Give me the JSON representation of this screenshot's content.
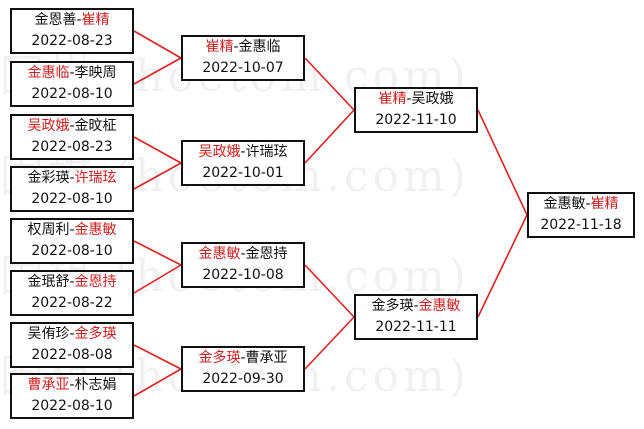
{
  "watermark": "hoetom.com",
  "colors": {
    "winner": "#d02020",
    "text": "#111111",
    "line": "#e02020"
  },
  "matches": [
    {
      "id": "r1m1",
      "p1": "金恩善",
      "p2": "崔精",
      "winner": 2,
      "date": "2022-08-23"
    },
    {
      "id": "r1m2",
      "p1": "金惠临",
      "p2": "李映周",
      "winner": 1,
      "date": "2022-08-10"
    },
    {
      "id": "r1m3",
      "p1": "吴政娥",
      "p2": "金旼柾",
      "winner": 1,
      "date": "2022-08-23"
    },
    {
      "id": "r1m4",
      "p1": "金彩瑛",
      "p2": "许瑞玹",
      "winner": 2,
      "date": "2022-08-10"
    },
    {
      "id": "r1m5",
      "p1": "权周利",
      "p2": "金惠敏",
      "winner": 2,
      "date": "2022-08-10"
    },
    {
      "id": "r1m6",
      "p1": "金珉舒",
      "p2": "金恩持",
      "winner": 2,
      "date": "2022-08-22"
    },
    {
      "id": "r1m7",
      "p1": "吴侑珍",
      "p2": "金多瑛",
      "winner": 2,
      "date": "2022-08-08"
    },
    {
      "id": "r1m8",
      "p1": "曹承亚",
      "p2": "朴志娟",
      "winner": 1,
      "date": "2022-08-10"
    },
    {
      "id": "r2m1",
      "p1": "崔精",
      "p2": "金惠临",
      "winner": 1,
      "date": "2022-10-07"
    },
    {
      "id": "r2m2",
      "p1": "吴政娥",
      "p2": "许瑞玹",
      "winner": 1,
      "date": "2022-10-01"
    },
    {
      "id": "r2m3",
      "p1": "金惠敏",
      "p2": "金恩持",
      "winner": 1,
      "date": "2022-10-08"
    },
    {
      "id": "r2m4",
      "p1": "金多瑛",
      "p2": "曹承亚",
      "winner": 1,
      "date": "2022-09-30"
    },
    {
      "id": "r3m1",
      "p1": "崔精",
      "p2": "吴政娥",
      "winner": 1,
      "date": "2022-11-10"
    },
    {
      "id": "r3m2",
      "p1": "金多瑛",
      "p2": "金惠敏",
      "winner": 2,
      "date": "2022-11-11"
    },
    {
      "id": "r4m1",
      "p1": "金惠敏",
      "p2": "崔精",
      "winner": 2,
      "date": "2022-11-18"
    }
  ]
}
